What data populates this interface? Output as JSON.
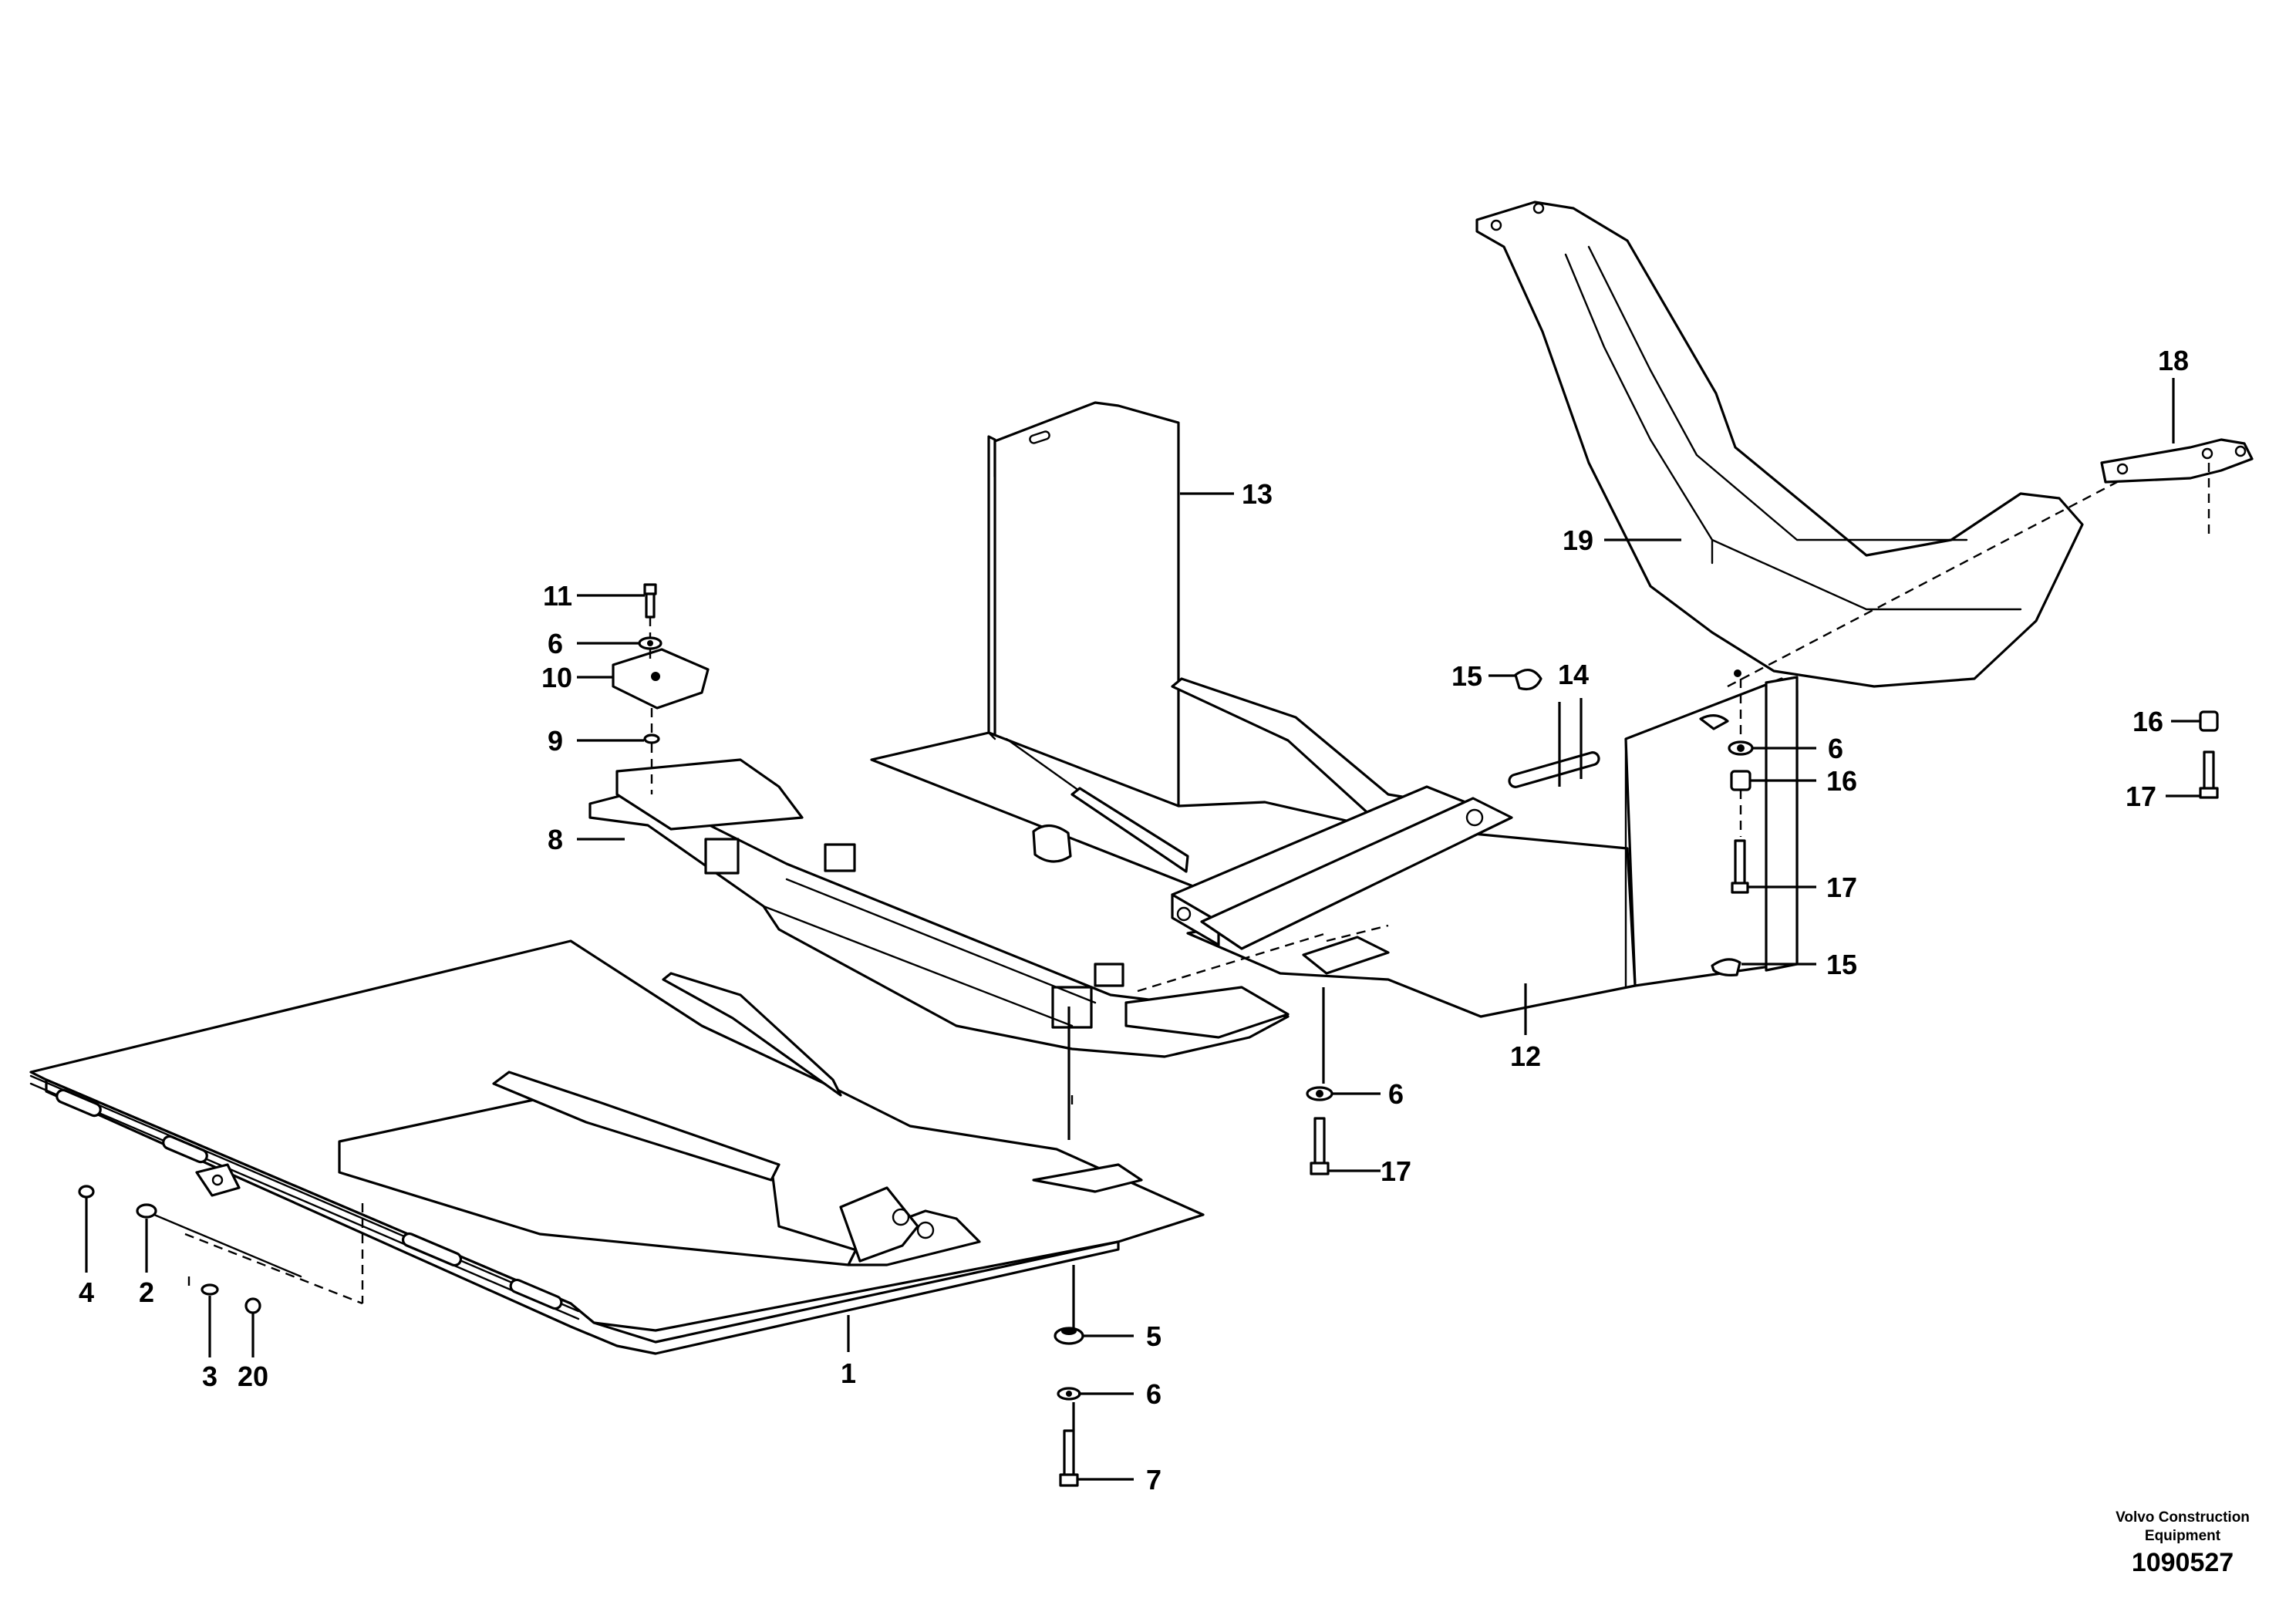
{
  "callouts": {
    "c1": "1",
    "c2": "2",
    "c3": "3",
    "c4": "4",
    "c5": "5",
    "c6a": "6",
    "c6b": "6",
    "c6c": "6",
    "c6d": "6",
    "c7": "7",
    "c8": "8",
    "c9": "9",
    "c10": "10",
    "c11": "11",
    "c12": "12",
    "c13": "13",
    "c14": "14",
    "c15a": "15",
    "c15b": "15",
    "c16a": "16",
    "c16b": "16",
    "c17a": "17",
    "c17b": "17",
    "c17c": "17",
    "c18": "18",
    "c19": "19",
    "c20": "20"
  },
  "credit": {
    "line1": "Volvo Construction",
    "line2": "Equipment",
    "number": "1090527"
  }
}
